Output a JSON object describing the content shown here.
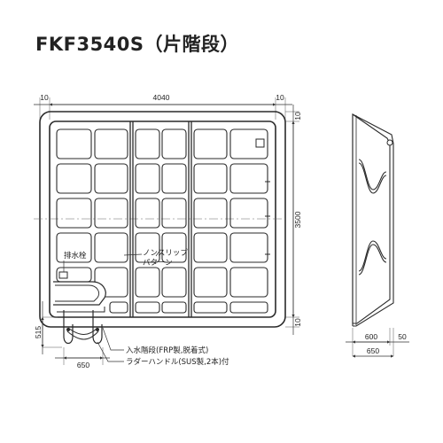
{
  "title": "FKF3540S（片階段）",
  "dims": {
    "top_left": "10",
    "top_width": "4040",
    "top_right": "10",
    "right_top": "10",
    "height": "3500",
    "right_bottom": "10",
    "left_stair": "515",
    "bottom_width": "650",
    "side_depth": "600",
    "side_flange": "50",
    "side_total": "650"
  },
  "labels": {
    "drain": "排水栓",
    "nonslip_line1": "ノンスリップ",
    "nonslip_line2": "パターン",
    "stairs": "入水階段(FRP製,脱着式)",
    "ladder": "ラダーハンドル(SUS製,2本)付"
  }
}
